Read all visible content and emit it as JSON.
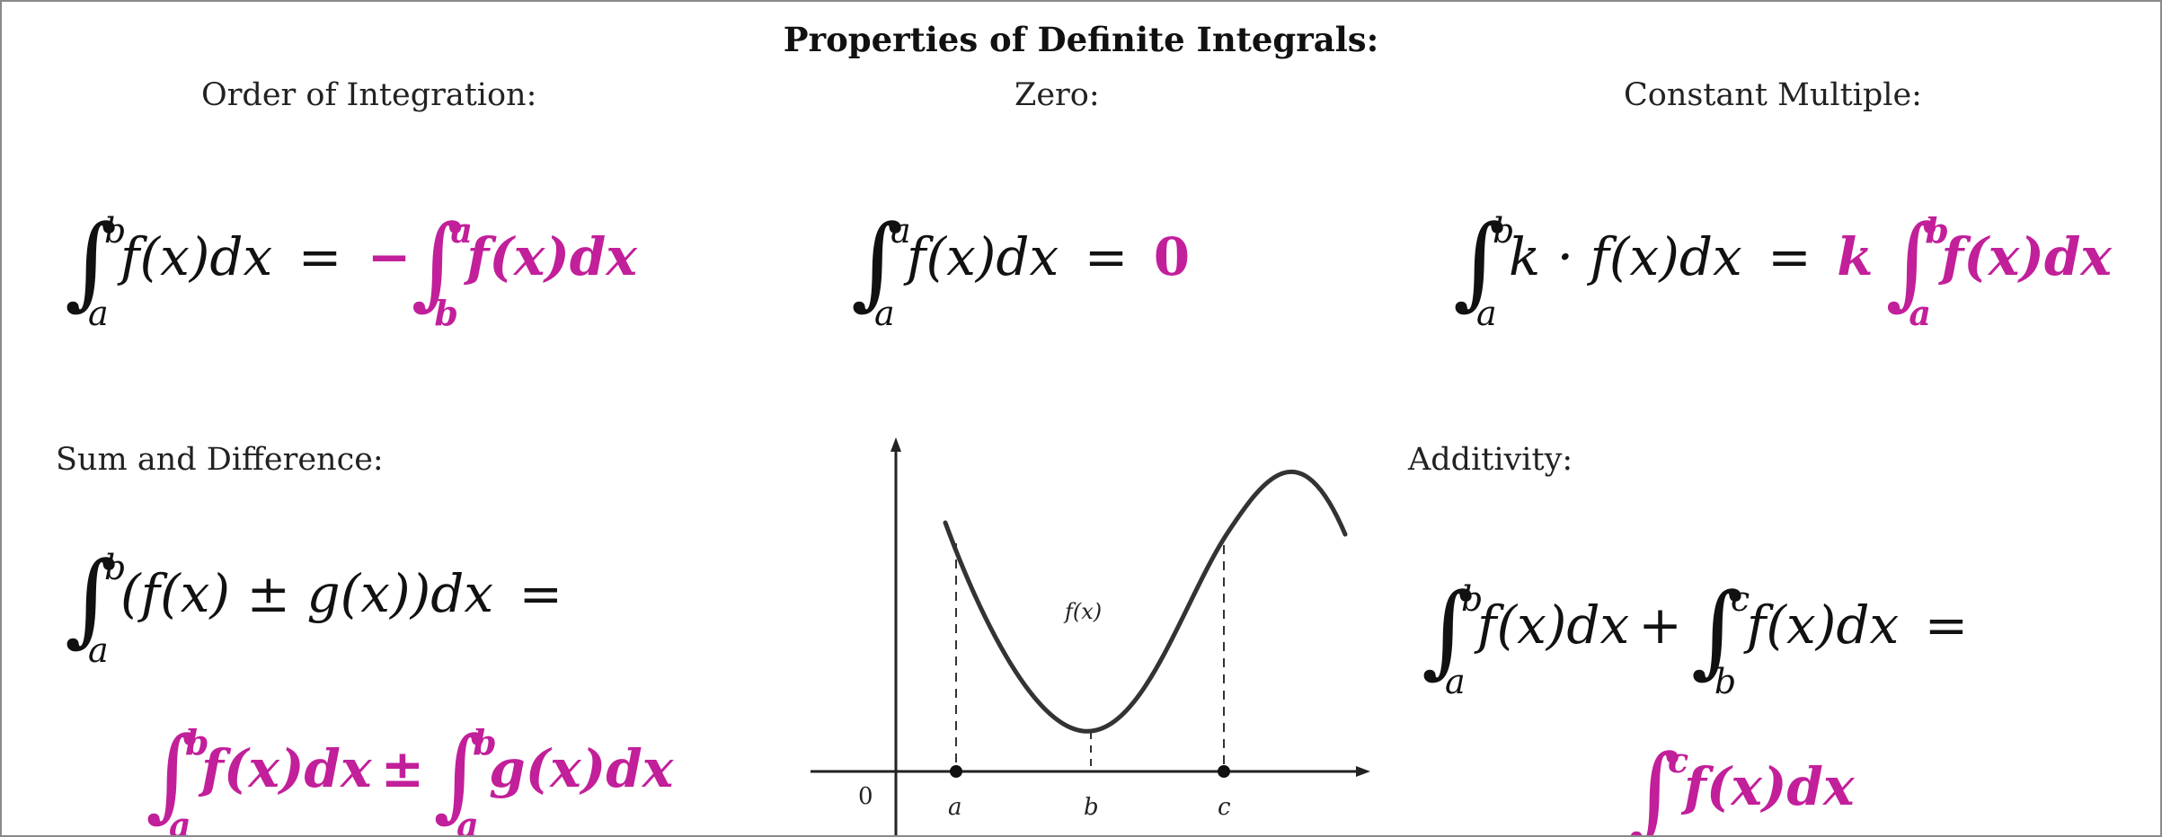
{
  "title": "Properties of Definite Integrals:",
  "headings": {
    "order": "Order of Integration:",
    "zero": "Zero:",
    "constant": "Constant Multiple:",
    "sum": "Sum and Difference:",
    "additivity": "Additivity:"
  },
  "math": {
    "order_lhs": "f(x)dx",
    "order_rhs": "f(x)dx",
    "zero_lhs": "f(x)dx",
    "zero_rhs": "0",
    "const_lhs": "k · f(x)dx",
    "const_k": "k",
    "const_rhs": "f(x)dx",
    "sum_lhs": "(f(x) ± g(x))dx",
    "sum_rhs1": "f(x)dx",
    "sum_op": "±",
    "sum_rhs2": "g(x)dx",
    "add_lhs1": "f(x)dx",
    "add_lhs2": "f(x)dx",
    "add_rhs": "f(x)dx",
    "lim": {
      "a": "a",
      "b": "b",
      "c": "c"
    }
  },
  "graph": {
    "curve_label": "f(x)",
    "origin_label": "0",
    "x_labels": [
      "a",
      "b",
      "c"
    ],
    "colors": {
      "curve": "#333333",
      "highlight": "#c21f9a"
    }
  }
}
